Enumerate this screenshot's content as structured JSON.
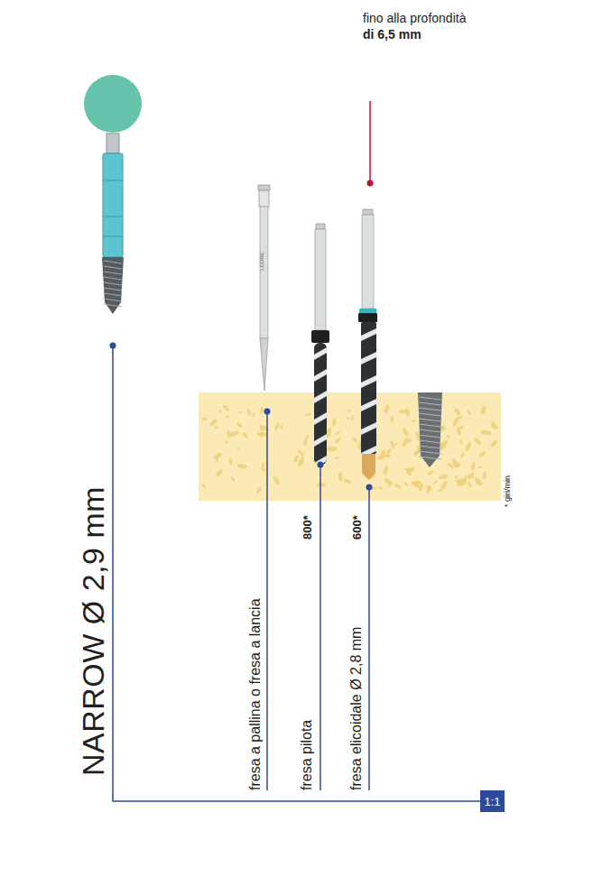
{
  "diagram": {
    "title": "NARROW Ø 2,9 mm",
    "nodes": [
      {
        "text": [
          "1:1"
        ]
      }
    ],
    "labels": [
      "fino alla profondità",
      "di 6,5 mm",
      "LEONE",
      "fresa a pallina o fresa a lancia",
      "800*",
      "fresa pilota",
      "600*",
      "fresa elicoidale Ø 2,8 mm",
      "* giri/min"
    ]
  }
}
